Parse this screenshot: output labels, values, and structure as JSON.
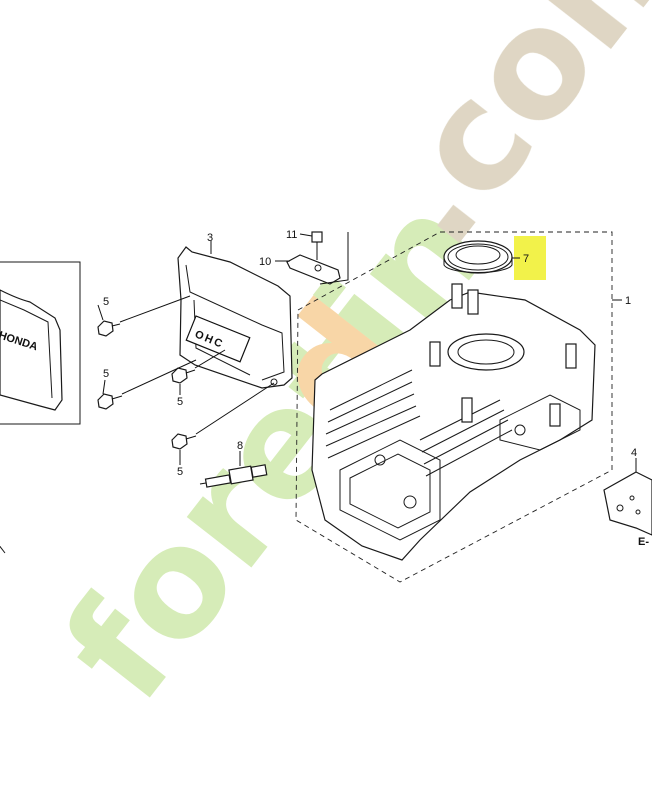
{
  "callouts": {
    "c1": "1",
    "c3": "3",
    "c4": "4",
    "c5a": "5",
    "c5b": "5",
    "c5c": "5",
    "c5d": "5",
    "c7": "7",
    "c8": "8",
    "c10": "10",
    "c11": "11",
    "ea": "E-"
  },
  "emblem_text": "OHC",
  "brand_text": "HONDA",
  "watermark": {
    "text_green": "foret",
    "text_orange": "d",
    "text_green2": "in",
    "text_tan": ".com",
    "colors": {
      "green": "#c9e6a0",
      "orange": "#f6c98a",
      "tan": "#d4c9b0"
    }
  },
  "highlight_color": "#f2f24a"
}
